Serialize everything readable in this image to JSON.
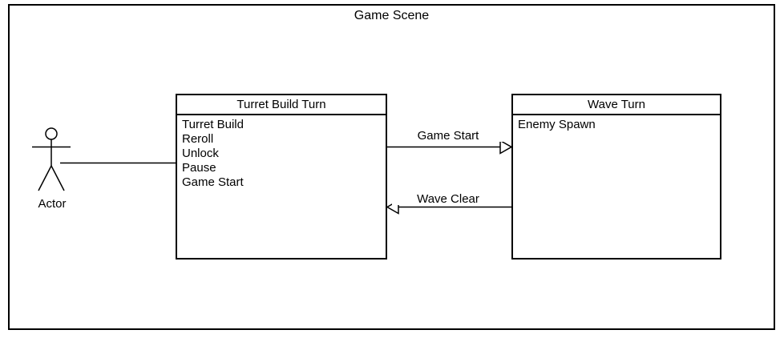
{
  "diagram": {
    "title": "Game Scene",
    "actor": {
      "label": "Actor"
    },
    "nodes": [
      {
        "title": "Turret Build Turn",
        "items": [
          "Turret Build",
          "Reroll",
          "Unlock",
          "Pause",
          "Game Start"
        ]
      },
      {
        "title": "Wave Turn",
        "items": [
          "Enemy Spawn"
        ]
      }
    ],
    "edges": [
      {
        "label": "Game Start",
        "from": "Turret Build Turn",
        "to": "Wave Turn",
        "direction": "right"
      },
      {
        "label": "Wave Clear",
        "from": "Wave Turn",
        "to": "Turret Build Turn",
        "direction": "left"
      }
    ],
    "colors": {
      "stroke": "#000000",
      "background": "#ffffff"
    }
  }
}
